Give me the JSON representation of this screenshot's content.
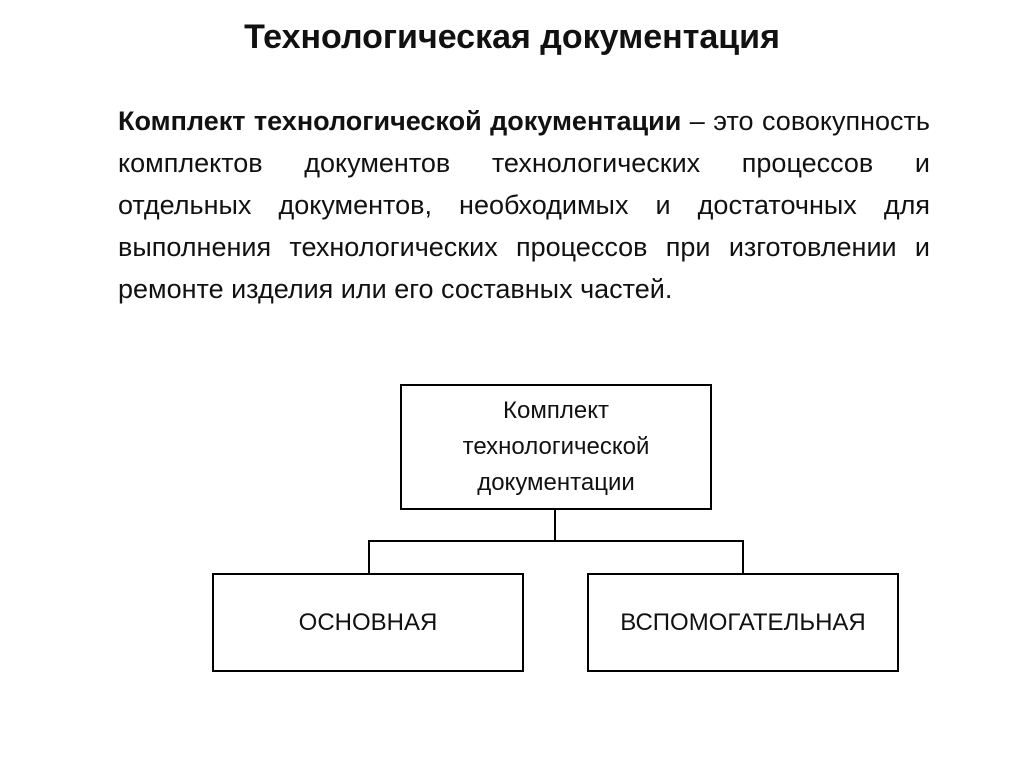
{
  "title": "Технологическая документация",
  "definition": {
    "term": "Комплект технологической документации",
    "text": " – это совокупность комплектов документов технологических процессов и отдельных документов, необходимых и достаточных для выполнения технологических процессов при изготовлении и ремонте изделия или его составных частей."
  },
  "diagram": {
    "root": "Комплект технологической документации",
    "children": [
      "ОСНОВНАЯ",
      "ВСПОМОГАТЕЛЬНАЯ"
    ]
  }
}
